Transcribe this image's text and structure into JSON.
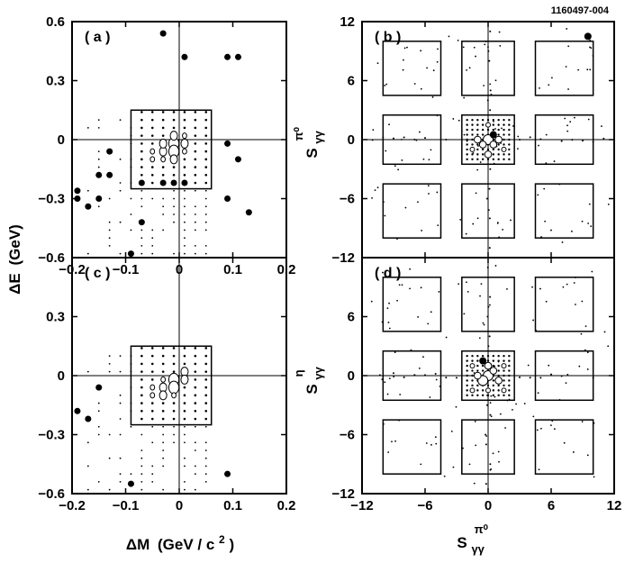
{
  "figure_id": "1160497-004",
  "axis_text": {
    "left_x_symbol": "ΔM",
    "left_x_unit_pre": "(GeV / c",
    "left_x_unit_sup": "2",
    "left_x_unit_post": ")",
    "left_y_symbol": "ΔE",
    "left_y_unit": "(GeV)",
    "right_base": "S",
    "right_sub": "γγ",
    "sup_pi0": "π⁰",
    "sup_eta": "η"
  },
  "chart_data": [
    {
      "type": "scatter",
      "panel": "(a)",
      "xlim": [
        -0.2,
        0.2
      ],
      "ylim": [
        -0.6,
        0.6
      ],
      "xticks": [
        -0.2,
        -0.1,
        0,
        0.1,
        0.2
      ],
      "xtick_labels": [
        "−0.2",
        "−0.1",
        "0",
        "0.1",
        "0.2"
      ],
      "yticks": [
        0.6,
        0.3,
        0,
        -0.3,
        -0.6
      ],
      "ytick_labels": [
        "0.6",
        "0.3",
        "0",
        "−0.3",
        "−0.6"
      ],
      "signal_box": {
        "x": [
          -0.09,
          0.06
        ],
        "y": [
          -0.25,
          0.15
        ]
      },
      "crosshair": {
        "x": 0,
        "y": 0
      },
      "large_points": [
        {
          "x": -0.03,
          "y": 0.54
        },
        {
          "x": 0.01,
          "y": 0.42
        },
        {
          "x": 0.09,
          "y": 0.42
        },
        {
          "x": 0.11,
          "y": 0.42
        },
        {
          "x": 0.09,
          "y": -0.02
        },
        {
          "x": 0.11,
          "y": -0.1
        },
        {
          "x": 0.09,
          "y": -0.3
        },
        {
          "x": 0.13,
          "y": -0.37
        },
        {
          "x": -0.19,
          "y": -0.26
        },
        {
          "x": -0.19,
          "y": -0.3
        },
        {
          "x": -0.17,
          "y": -0.34
        },
        {
          "x": -0.15,
          "y": -0.18
        },
        {
          "x": -0.15,
          "y": -0.3
        },
        {
          "x": -0.13,
          "y": -0.06
        },
        {
          "x": -0.13,
          "y": -0.18
        },
        {
          "x": -0.07,
          "y": -0.22
        },
        {
          "x": -0.09,
          "y": -0.58
        },
        {
          "x": -0.07,
          "y": -0.42
        },
        {
          "x": -0.03,
          "y": -0.22
        },
        {
          "x": -0.01,
          "y": -0.22
        },
        {
          "x": 0.01,
          "y": -0.22
        }
      ],
      "box_grid": [
        {
          "x": -0.01,
          "y": -0.02,
          "s": 3
        },
        {
          "x": -0.01,
          "y": -0.06,
          "s": 3
        },
        {
          "x": -0.03,
          "y": -0.06,
          "s": 2
        },
        {
          "x": 0.01,
          "y": -0.02,
          "s": 2
        },
        {
          "x": -0.01,
          "y": 0.02,
          "s": 2
        },
        {
          "x": -0.03,
          "y": -0.02,
          "s": 2
        },
        {
          "x": -0.01,
          "y": -0.1,
          "s": 2
        },
        {
          "x": -0.05,
          "y": -0.06,
          "s": 1
        },
        {
          "x": 0.01,
          "y": -0.06,
          "s": 1
        },
        {
          "x": -0.03,
          "y": -0.1,
          "s": 1
        },
        {
          "x": 0.01,
          "y": 0.02,
          "s": 1
        },
        {
          "x": -0.05,
          "y": -0.1,
          "s": 1
        }
      ],
      "scatter_region": {
        "x": [
          -0.17,
          0.05
        ],
        "y": [
          -0.58,
          0.13
        ]
      }
    },
    {
      "type": "scatter",
      "panel": "(b)",
      "xlim": [
        -12,
        12
      ],
      "ylim": [
        -12,
        12
      ],
      "xticks": [
        -12,
        -6,
        0,
        6,
        12
      ],
      "yticks": [
        12,
        6,
        0,
        -6,
        -12
      ],
      "ytick_labels": [
        "12",
        "6",
        "0",
        "−6",
        "−12"
      ],
      "boxes_center": [
        -2.5,
        2.5
      ],
      "boxes_side": [
        -10,
        -4.5,
        4.5,
        10
      ],
      "crosshair": {
        "x": 0,
        "y": 0
      },
      "large_points": [
        {
          "x": 9.5,
          "y": 10.5
        },
        {
          "x": 0.5,
          "y": 0.5
        }
      ],
      "center_grid": [
        {
          "x": 0,
          "y": 0,
          "s": 3
        },
        {
          "x": -0.5,
          "y": -0.5,
          "s": 2
        },
        {
          "x": 0.5,
          "y": -0.5,
          "s": 2
        },
        {
          "x": -1,
          "y": 0,
          "s": 2
        },
        {
          "x": 1,
          "y": 0,
          "s": 2
        },
        {
          "x": 0,
          "y": -1.5,
          "s": 2
        },
        {
          "x": -1.5,
          "y": -1,
          "s": 1
        },
        {
          "x": 1.5,
          "y": -1,
          "s": 1
        },
        {
          "x": 0,
          "y": 1.5,
          "s": 1
        }
      ]
    },
    {
      "type": "scatter",
      "panel": "(c)",
      "xlim": [
        -0.2,
        0.2
      ],
      "ylim": [
        -0.6,
        0.6
      ],
      "xticks": [
        -0.2,
        -0.1,
        0,
        0.1,
        0.2
      ],
      "xtick_labels": [
        "−0.2",
        "−0.1",
        "0",
        "0.1",
        "0.2"
      ],
      "yticks": [
        0.3,
        0,
        -0.3,
        -0.6
      ],
      "ytick_labels": [
        "0.3",
        "0",
        "−0.3",
        "−0.6"
      ],
      "signal_box": {
        "x": [
          -0.09,
          0.06
        ],
        "y": [
          -0.25,
          0.15
        ]
      },
      "crosshair": {
        "x": 0,
        "y": 0
      },
      "large_points": [
        {
          "x": -0.19,
          "y": -0.18
        },
        {
          "x": -0.17,
          "y": -0.22
        },
        {
          "x": -0.15,
          "y": -0.06
        },
        {
          "x": -0.09,
          "y": -0.55
        },
        {
          "x": 0.09,
          "y": -0.5
        }
      ],
      "box_grid": [
        {
          "x": -0.01,
          "y": -0.02,
          "s": 3
        },
        {
          "x": -0.01,
          "y": -0.06,
          "s": 3
        },
        {
          "x": -0.03,
          "y": -0.06,
          "s": 2
        },
        {
          "x": 0.01,
          "y": 0.02,
          "s": 2
        },
        {
          "x": -0.03,
          "y": -0.1,
          "s": 2
        },
        {
          "x": 0.01,
          "y": -0.02,
          "s": 2
        },
        {
          "x": -0.05,
          "y": -0.1,
          "s": 1
        },
        {
          "x": -0.01,
          "y": -0.1,
          "s": 1
        },
        {
          "x": -0.05,
          "y": -0.06,
          "s": 1
        },
        {
          "x": -0.03,
          "y": -0.02,
          "s": 1
        }
      ],
      "scatter_region": {
        "x": [
          -0.17,
          0.05
        ],
        "y": [
          -0.58,
          0.1
        ]
      }
    },
    {
      "type": "scatter",
      "panel": "(d)",
      "xlim": [
        -12,
        12
      ],
      "ylim": [
        -12,
        12
      ],
      "xticks": [
        -12,
        -6,
        0,
        6,
        12
      ],
      "xtick_labels": [
        "−12",
        "−6",
        "0",
        "6",
        "12"
      ],
      "yticks": [
        6,
        0,
        -6,
        -12
      ],
      "ytick_labels": [
        "6",
        "0",
        "−6",
        "−12"
      ],
      "boxes_center": [
        -2.5,
        2.5
      ],
      "boxes_side": [
        -10,
        -4.5,
        4.5,
        10
      ],
      "crosshair": {
        "x": 0,
        "y": 0
      },
      "large_points": [
        {
          "x": -0.5,
          "y": 1.5
        }
      ],
      "center_grid": [
        {
          "x": 0,
          "y": 0,
          "s": 3
        },
        {
          "x": -0.5,
          "y": -0.5,
          "s": 3
        },
        {
          "x": 0.5,
          "y": 0.5,
          "s": 2
        },
        {
          "x": -1,
          "y": 0,
          "s": 2
        },
        {
          "x": 1,
          "y": -0.5,
          "s": 2
        },
        {
          "x": 0,
          "y": 1,
          "s": 2
        },
        {
          "x": -1.5,
          "y": 1,
          "s": 1
        },
        {
          "x": 1.5,
          "y": 1,
          "s": 1
        },
        {
          "x": 0,
          "y": -1.5,
          "s": 1
        },
        {
          "x": -1.5,
          "y": -1.5,
          "s": 1
        },
        {
          "x": 1.5,
          "y": -1.5,
          "s": 1
        }
      ]
    }
  ]
}
